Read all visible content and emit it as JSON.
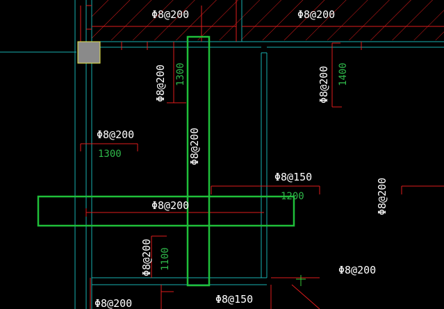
{
  "viewport": {
    "title": ""
  },
  "colors": {
    "background": "#000000",
    "beam_line": "#19b2b2",
    "rebar_line": "#e01c1c",
    "label_text": "#ffffff",
    "dimension_text": "#2fb84a",
    "selection_box": "#1fbf3a",
    "column_fill": "#8a8a8a",
    "column_border": "#e8e84a",
    "crosshair": "#37c837"
  },
  "labels": {
    "top_left_slab": "Φ8@200",
    "top_right_slab": "Φ8@200",
    "upper_left_vertical": "Φ8@200",
    "upper_left_dim": "1300",
    "upper_right_vertical": "Φ8@200",
    "upper_right_dim": "1400",
    "left_mid": "Φ8@200",
    "left_mid_dim": "1300",
    "center_vertical": "Φ8@200",
    "right_mid": "Φ8@150",
    "right_mid_dim": "1200",
    "horizontal_selected": "Φ8@200",
    "far_right_vertical": "Φ8@200",
    "lower_left_vertical": "Φ8@200",
    "lower_left_dim": "1100",
    "lower_right": "Φ8@200",
    "bottom_left": "Φ8@200",
    "bottom_mid": "Φ8@150"
  }
}
